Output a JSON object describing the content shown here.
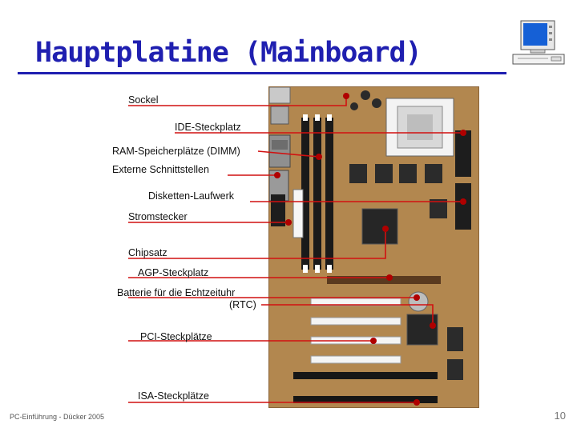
{
  "slide": {
    "title": "Hauptplatine (Mainboard)",
    "footer": "PC-Einführung - Dücker 2005",
    "page_number": "10"
  },
  "colors": {
    "title": "#1f1fb0",
    "callout_line": "#d11010",
    "callout_dot": "#b00000",
    "board": "#b2874f"
  },
  "icons": {
    "corner_icon": "desktop-computer-icon"
  },
  "labels": {
    "sockel": "Sockel",
    "ide": "IDE-Steckplatz",
    "ram": "RAM-Speicherplätze (DIMM)",
    "extern": "Externe Schnittstellen",
    "disketten": "Disketten-Laufwerk",
    "strom": "Stromstecker",
    "chipsatz": "Chipsatz",
    "agp": "AGP-Steckplatz",
    "batterie_line1": "Batterie für die Echtzeituhr",
    "batterie_line2": "(RTC)",
    "pci": "PCI-Steckplätze",
    "isa": "ISA-Steckplätze"
  }
}
